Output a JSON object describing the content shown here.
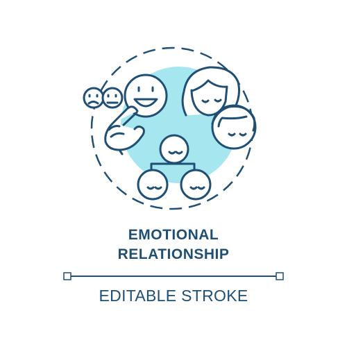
{
  "title": {
    "line1": "EMOTIONAL",
    "line2": "RELATIONSHIP"
  },
  "subtitle": "EDITABLE STROKE",
  "stock_id": "592555497",
  "colors": {
    "stroke": "#1f4f74",
    "accent_fill": "#a6e6ee",
    "face_fill": "#ffffff"
  },
  "icons": [
    "sad-face-icon",
    "neutral-face-icon",
    "happy-face-icon",
    "pointing-hand-icon",
    "woman-head-icon",
    "man-head-icon",
    "people-network-icon"
  ]
}
